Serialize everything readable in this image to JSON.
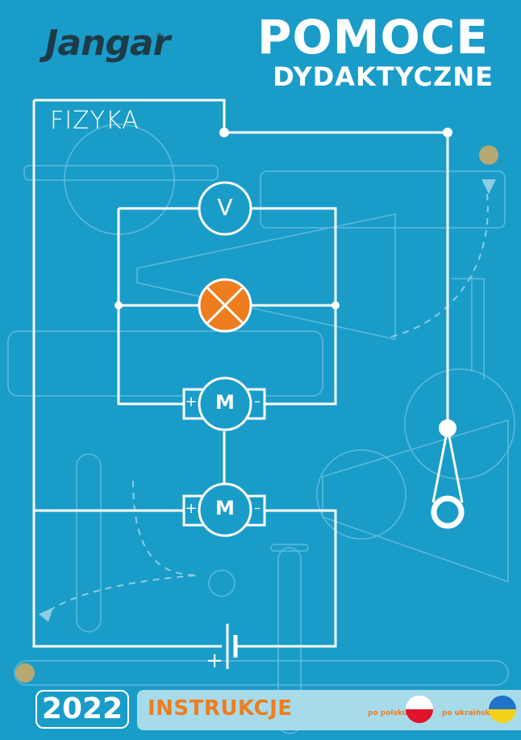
{
  "brand": {
    "logo_text": "Jangar",
    "registered": "®"
  },
  "header": {
    "line1": "POMOCE",
    "line2": "DYDAKTYCZNE"
  },
  "subject": "FIZYKA",
  "circuit": {
    "voltmeter_label": "V",
    "motor_label": "M",
    "plus": "+",
    "minus": "–",
    "battery_plus": "+"
  },
  "footer": {
    "year": "2022",
    "title": "INSTRUKCJE",
    "lang_pl": "po polsku",
    "lang_ua": "po ukraińsku"
  },
  "colors": {
    "background": "#1a9cc9",
    "line": "#ffffff",
    "lamp": "#ee7d1f",
    "accent": "#ee7d1f",
    "footer_bar": "#a8dbe9",
    "bolt": "#b7a972",
    "flag_pl_top": "#ffffff",
    "flag_pl_bottom": "#e0152b",
    "flag_ua_top": "#1f74c8",
    "flag_ua_bottom": "#f3d21b"
  }
}
